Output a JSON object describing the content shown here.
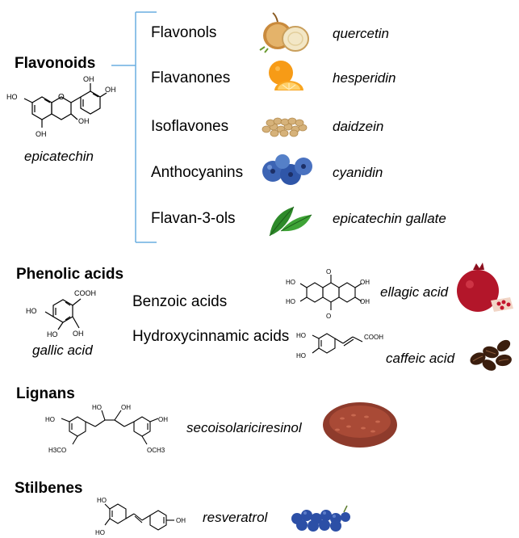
{
  "flavonoids": {
    "heading": "Flavonoids",
    "example": "epicatechin",
    "subclasses": [
      {
        "name": "Flavonols",
        "compound": "quercetin",
        "food_icon": "onion-icon"
      },
      {
        "name": "Flavanones",
        "compound": "hesperidin",
        "food_icon": "orange-icon"
      },
      {
        "name": "Isoflavones",
        "compound": "daidzein",
        "food_icon": "soybeans-icon"
      },
      {
        "name": "Anthocyanins",
        "compound": "cyanidin",
        "food_icon": "blueberries-icon"
      },
      {
        "name": "Flavan-3-ols",
        "compound": "epicatechin gallate",
        "food_icon": "tea-leaves-icon"
      }
    ]
  },
  "phenolic_acids": {
    "heading": "Phenolic acids",
    "example": "gallic acid",
    "subclasses": [
      {
        "name": "Benzoic acids",
        "compound": "ellagic acid",
        "food_icon": "pomegranate-icon"
      },
      {
        "name": "Hydroxycinnamic acids",
        "compound": "caffeic acid",
        "food_icon": "coffee-beans-icon"
      }
    ]
  },
  "lignans": {
    "heading": "Lignans",
    "compound": "secoisolariciresinol",
    "food_icon": "flaxseed-icon"
  },
  "stilbenes": {
    "heading": "Stilbenes",
    "compound": "resveratrol",
    "food_icon": "grapes-icon"
  },
  "structure_labels": {
    "oh": "OH",
    "ho": "HO",
    "o": "O",
    "cooh": "COOH",
    "h3co": "H3CO",
    "och3": "OCH3"
  },
  "colors": {
    "bracket": "#6aaee0",
    "text": "#000000"
  }
}
